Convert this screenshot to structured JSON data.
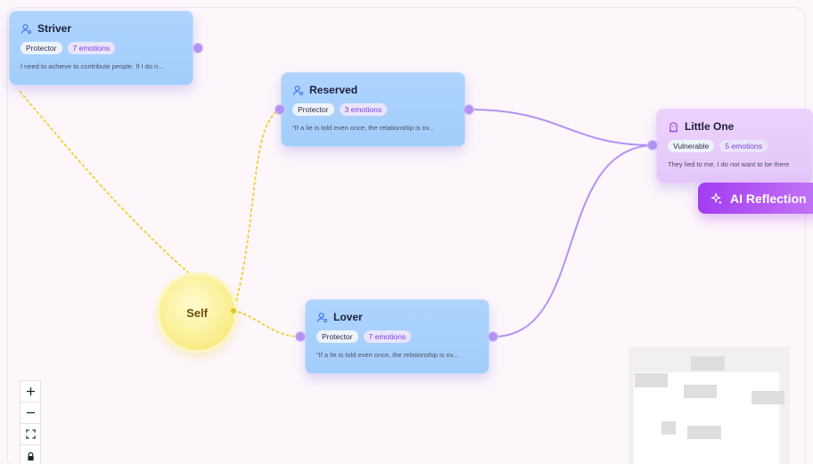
{
  "colors": {
    "canvas_bg": "#fdf7fc",
    "protector_node": "#aed4ff",
    "vulnerable_node": "#ecd2fb",
    "self_node": "#fbf096",
    "edge_dotted": "#f0d33a",
    "edge_solid": "#b393f2",
    "ai_button": "#a23cf2",
    "count_text": "#7a3fe0"
  },
  "nodes": {
    "striver": {
      "title": "Striver",
      "type": "Protector",
      "emotions": "7 emotions",
      "snippet": "I need to achieve to contribute people. If I do n...",
      "icon": "user-gear-icon"
    },
    "reserved": {
      "title": "Reserved",
      "type": "Protector",
      "emotions": "3 emotions",
      "snippet": "\"If a lie is told even once, the relationship is ov...",
      "icon": "user-gear-icon"
    },
    "little_one": {
      "title": "Little One",
      "type": "Vulnerable",
      "emotions": "5 emotions",
      "snippet": "They lied to me. I do not want to be there",
      "icon": "ghost-icon"
    },
    "lover": {
      "title": "Lover",
      "type": "Protector",
      "emotions": "7 emotions",
      "snippet": "\"If a lie is told even once, the relationship is ov...",
      "icon": "user-gear-icon"
    },
    "self": {
      "label": "Self"
    }
  },
  "ai_reflection": {
    "label": "AI Reflection",
    "icon": "sparkles-icon"
  },
  "controls": {
    "zoom_in_icon": "plus-icon",
    "zoom_out_icon": "minus-icon",
    "fit_view_icon": "fit-view-icon",
    "lock_icon": "lock-icon"
  }
}
